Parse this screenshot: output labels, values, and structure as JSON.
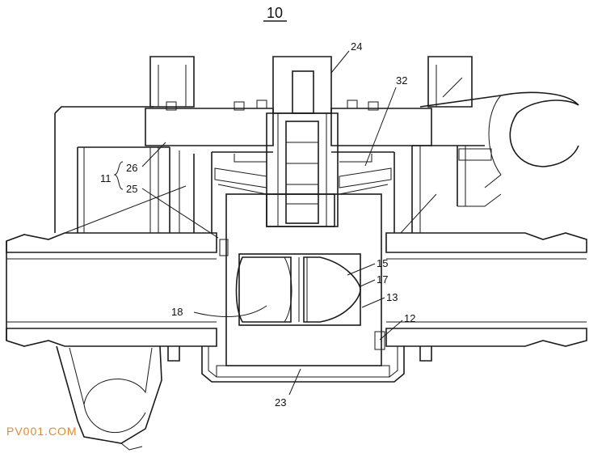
{
  "figure_number": "10",
  "labels": {
    "l24": "24",
    "l32": "32",
    "l26": "26",
    "l25": "25",
    "l11": "11",
    "l15": "15",
    "l17": "17",
    "l13": "13",
    "l18": "18",
    "l12": "12",
    "l23": "23"
  },
  "watermark": "PV001.COM",
  "colors": {
    "line": "#1a1a1a",
    "watermark": "#e08a2e"
  }
}
